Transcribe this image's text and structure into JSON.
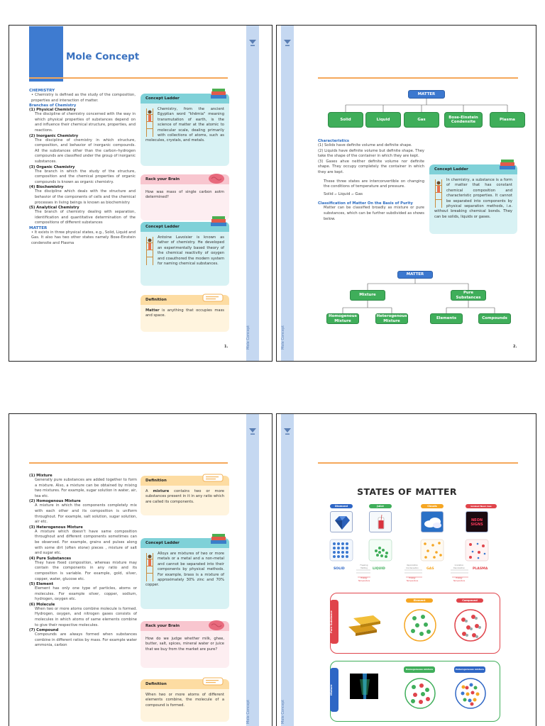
{
  "p1": {
    "title": "Mole Concept",
    "chem_heading": "CHEMISTRY",
    "chem_text": "• Chemistry is defined as the study of the composition, properties and interaction of matter.",
    "branches_heading": "Branches of Chemistry",
    "branches": [
      {
        "h": "(1) Physical Chemistry",
        "t": "The discipline of chemistry concerned with the way in which physical properties of substances depend on and influence their chemical structure, properties, and reactions."
      },
      {
        "h": "(2) Inorganic Chemistry",
        "t": "The discipline of chemistry in which structure, composition, and behavior of inorganic compounds. All the substances other than the carbon–hydrogen compounds are classified under the group of inorganic substances."
      },
      {
        "h": "(3) Organic Chemistry",
        "t": "The branch in which the study of the structure, composition and the chemical properties of organic compounds is known as organic chemistry."
      },
      {
        "h": "(4) Biochemistry",
        "t": "The discipline which deals with the structure and behavior of the components of cells and the chemical processes in living beings is known as biochemistry"
      },
      {
        "h": "(5) Analytical Chemistry",
        "t": "The branch of chemistry dealing with separation, identification and quantitative determination of the compositions of different substances"
      }
    ],
    "matter_heading": "MATTER",
    "matter_text": "• It exists in three physical states, e.g., Solid, Liquid and Gas. It also has two other states namely Bose-Einstein condensite and Plasma",
    "card1_head": "Concept Ladder",
    "card1_body": "Chemistry, from the ancient Egyptian word \"khēmia\" meaning transmutation of earth, is the science of matter at the atomic to molecular scale, dealing primarily with collections of atoms, such as molecules, crystals, and metals.",
    "card2_head": "Rack your Brain",
    "card2_body": "How was mass of single carbon aotm determined?",
    "card3_head": "Concept Ladder",
    "card3_body": "Antoine Lavoisier is known as father of chemistry. He developed an experimentally based theory of the chemical reactivity of oxygen and coauthored the modern system for naming chemical substances.",
    "card4_head": "Definition",
    "card4_bold": "Matter",
    "card4_body": " is anything that occupies mass and space.",
    "page_num": "1.",
    "side_label": "Mole Concept"
  },
  "p2": {
    "tree1_root": "MATTER",
    "tree1_children": [
      "Solid",
      "Liquid",
      "Gas",
      "Bose-Einstein Condensite",
      "Plasma"
    ],
    "char_heading": "Characteristics",
    "chars": [
      "(1) Solids have definite volume and definite shape.",
      "(2) Liquids have definite volume but definite shape. They take the shape of the container in which they are kept.",
      "(3) Gases ahve neither definite volume nor definite shape. They occupy completely the container in which they are kept."
    ],
    "interconv": "These three states are interconvertible on changing the conditions of temperature and pressure.",
    "eq": [
      "Solid",
      "Liquid",
      "Gas"
    ],
    "class_heading": "Classification of Matter On the Basis of Purity",
    "class_text": "Matter can be classified broadly as mixture or pure substances, which can be further subdivided as shows below.",
    "card_head": "Concept Ladder",
    "card_body": "In chemistry, a substance is a form of matter that has constant chemical composition and characteristic properties. It cannot be separated into components by physical separation methods, i.e. without breaking chemical bonds. They can be solids, liquids or gases.",
    "tree2_root": "MATTER",
    "tree2_l1": [
      "Mixture",
      "Pure Substances"
    ],
    "tree2_l2": [
      "Homogenous Mixture",
      "Heterogenous Mixture",
      "Elements",
      "Compounds"
    ],
    "page_num": "2.",
    "side_label": "Mole Concept"
  },
  "p3": {
    "items": [
      {
        "h": "(1) Mixture",
        "t": "Generally pure substances are added together to form a mixture. Also, a mixture can be obtained by mixing two mixtures. For example, sugar solution in water, air, tea etc."
      },
      {
        "h": "(2) Homogenous Mixture",
        "t": "A mixture in which the components completely mix with each other and its composition is uniform throughout. For example, salt solution, sugar solution, air etc."
      },
      {
        "h": "(3) Heterogenous Mixture",
        "t": "A mixture which doesn't have same composition throughout and different components sometimes can be observed. For example, grains and pulses along with some dirt (often stone) pieces , mixture of salt and sugar etc."
      },
      {
        "h": "(4) Pure Substances",
        "t": "They have fixed composition, whereas mixture may contain the components in any ratio and its composition is variable. For example, gold, silver, copper, water, glucose etc."
      },
      {
        "h": "(5) Element",
        "t": "Element has only one type of particles, atoms or molecules. For example silver, copper, sodium, hydrogen, oxygen etc."
      },
      {
        "h": "(6) Molecule",
        "t": "When two or more atoms combine molecule is formed. Hydrogen, oxygen, and nitrogen gases consists of molecules in which atoms of same elements combine to give their respective molecules."
      },
      {
        "h": "(7) Compound",
        "t": "Compounds are always formed when substances combine in different ratios by mass. For example water ammonia, carbon"
      }
    ],
    "card1_head": "Definition",
    "card1_pre": "A ",
    "card1_bold": "mixture",
    "card1_body": " contains two or more substances present in it in any ratio which are called its components.",
    "card2_head": "Concept Ladder",
    "card2_body": "Alloys are mixtures of two or more metals or a metal and a non-metal and cannot be separated into their components by physical methods. For example, brass is a mixture of approximately 30% zinc and 70% copper.",
    "card3_head": "Rack your Brain",
    "card3_body": "How do we judge whether milk, ghee, butter, salt, spices, mineral water or juice that we buy from the market are pure?",
    "card4_head": "Definition",
    "card4_body": "When two or more atoms of different elements combine, the molecule of a compound is formed.",
    "side_label": "Mole Concept"
  },
  "p4": {
    "title": "STATES OF MATTER",
    "pills": [
      "Diamond",
      "Juice",
      "Clouds",
      "Ionized Neon Gas"
    ],
    "neon_text": "NEON SIGNS",
    "states": [
      "SOLID",
      "LIQUID",
      "GAS",
      "PLASMA"
    ],
    "trans_top": [
      "Freezing\nMelting",
      "Vaporization\nCondensation",
      "Ionization\nDeionization"
    ],
    "trans_bot": [
      "Energy\nTemperature",
      "Energy\nTemperature",
      "Energy\nTemperature"
    ],
    "box1_label": "Pure Substance",
    "box1_pills": [
      "Element",
      "Compound"
    ],
    "box2_label": "Mixture",
    "box2_pills": [
      "Homogeneous mixture",
      "Heterogeneous mixture"
    ],
    "side_label": "Mole Concept"
  },
  "colors": {
    "accent_blue": "#3e7bd0",
    "green": "#3fae5a",
    "orange_rule": "#f5a85a",
    "strip": "#c5d8f1"
  }
}
